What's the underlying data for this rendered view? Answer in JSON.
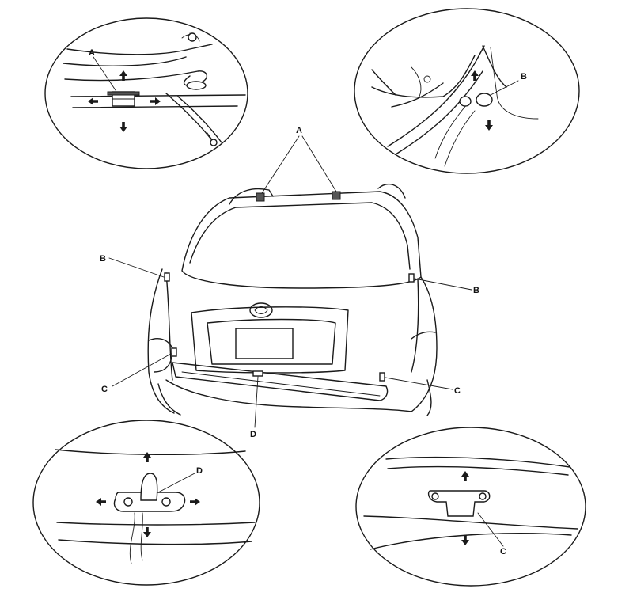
{
  "callouts": {
    "a": "A",
    "b": "B",
    "c": "C",
    "d": "D"
  },
  "icons": {
    "arrow": "arrow-icon"
  }
}
